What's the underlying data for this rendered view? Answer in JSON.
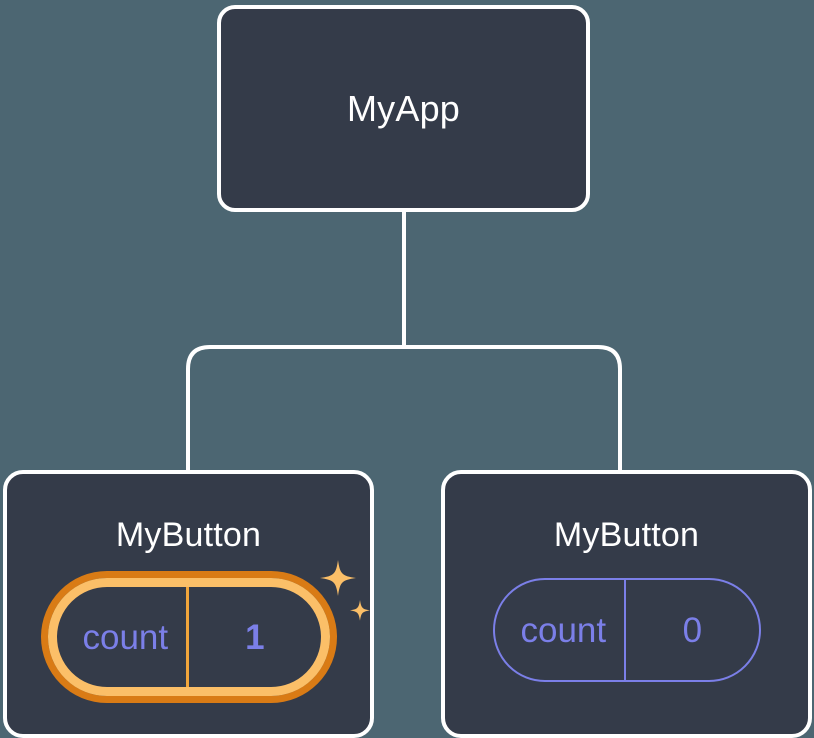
{
  "diagram": {
    "type": "component-tree",
    "background_color": "#4c6672",
    "node_fill_color": "#343b49",
    "node_border_color": "#ffffff",
    "connector_color": "#ffffff",
    "state_color": "#7b7fe8",
    "highlight_border_color": "#fbbf68",
    "highlight_glow_color": "#d97b15",
    "highlight_divider_color": "#f2a63b",
    "sparkle_color": "#fbbf68"
  },
  "root": {
    "title": "MyApp"
  },
  "children": [
    {
      "title": "MyButton",
      "state": {
        "key": "count",
        "value": "1"
      },
      "highlighted": true,
      "sparkles": 2
    },
    {
      "title": "MyButton",
      "state": {
        "key": "count",
        "value": "0"
      },
      "highlighted": false,
      "sparkles": 0
    }
  ]
}
